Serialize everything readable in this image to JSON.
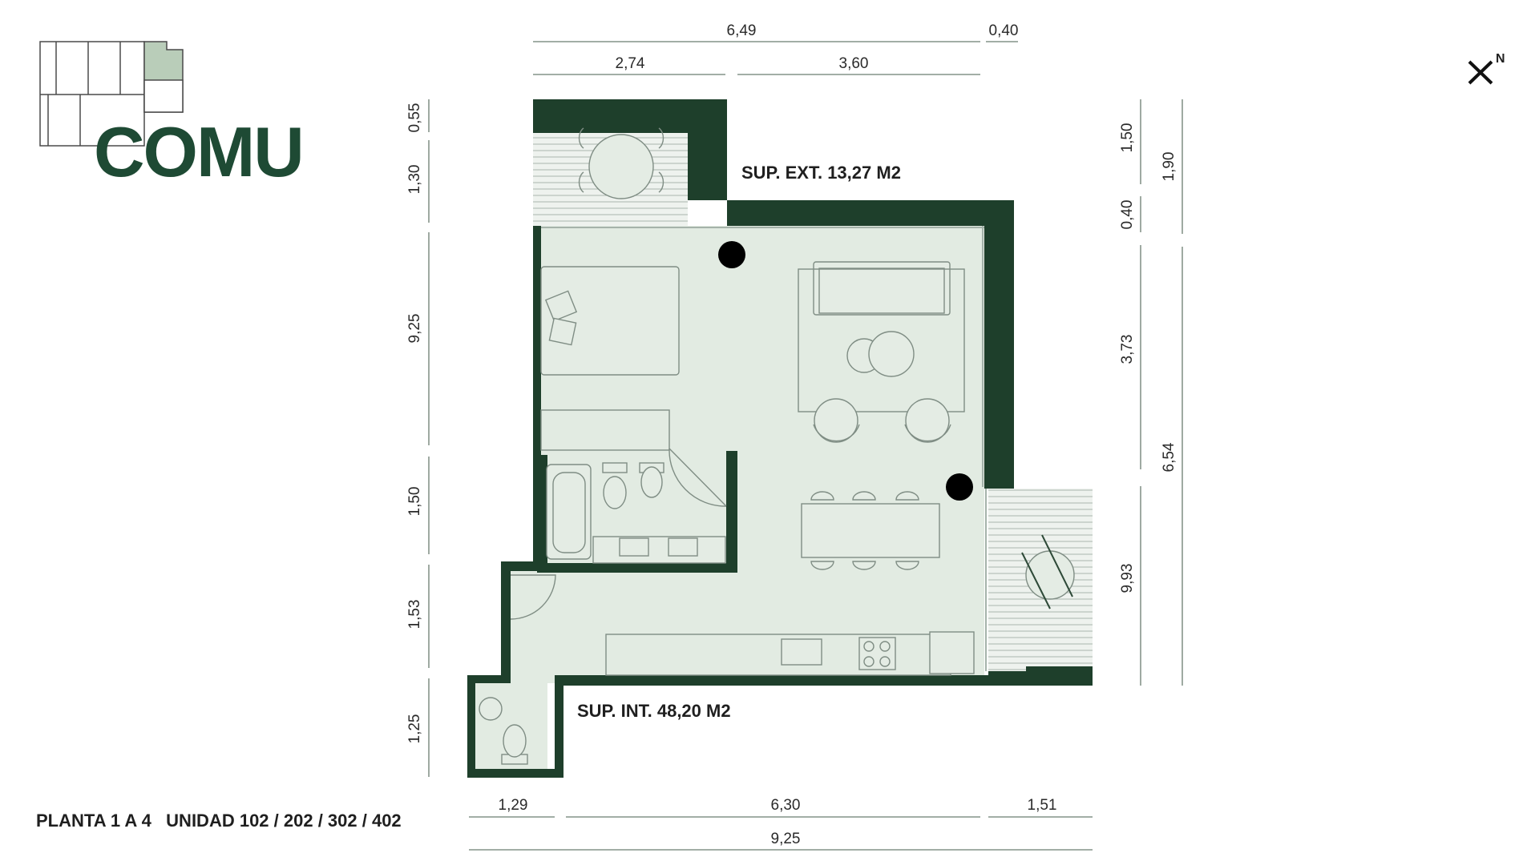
{
  "logo": {
    "text": "COMU"
  },
  "north": {
    "letter": "N"
  },
  "footer": {
    "title": "PLANTA 1 A 4   UNIDAD 102 / 202 / 302 / 402"
  },
  "areas": {
    "exterior": "SUP. EXT. 13,27 M2",
    "interior": "SUP. INT. 48,20 M2"
  },
  "dimensions": {
    "top_total": "6,49",
    "top_right": "0,40",
    "top_left_segment": "2,74",
    "top_right_segment": "3,60",
    "left_1": "0,55",
    "left_2": "1,30",
    "left_3": "9,25",
    "left_4": "1,50",
    "left_5": "1,53",
    "left_6": "1,25",
    "right_inner_1": "1,50",
    "right_inner_2": "0,40",
    "right_inner_3": "3,73",
    "right_inner_4": "9,93",
    "right_outer_1": "1,90",
    "right_outer_2": "6,54",
    "bottom_left": "1,29",
    "bottom_mid": "6,30",
    "bottom_right": "1,51",
    "bottom_total": "9,25"
  },
  "colors": {
    "wall": "#1e3f2b",
    "floor": "#e2ebe2",
    "accent": "#1e4a34"
  }
}
